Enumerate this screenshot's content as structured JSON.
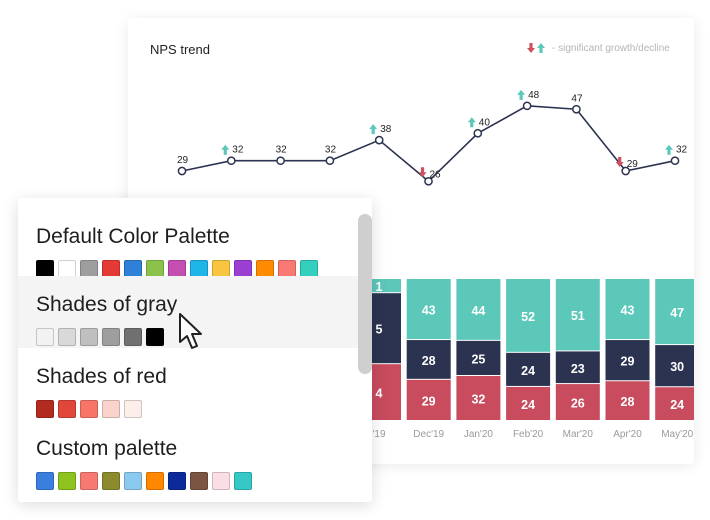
{
  "chart": {
    "title": "NPS trend",
    "legend_text": "- significant growth/decline",
    "colors": {
      "line": "#2b3350",
      "up": "#5cc8ba",
      "down": "#d05060",
      "promoters": "#5cc8ba",
      "passives": "#2b3350",
      "detractors": "#c84b5e",
      "text": "#222222",
      "axis_label": "#9a9a9a"
    }
  },
  "chart_data": {
    "type": "line",
    "title": "NPS trend",
    "line": {
      "values": [
        29,
        32,
        32,
        32,
        38,
        26,
        40,
        48,
        47,
        29,
        32
      ],
      "markers": [
        "none",
        "up",
        "none",
        "none",
        "up",
        "down",
        "up",
        "up",
        "none",
        "down",
        "up"
      ]
    },
    "bars": {
      "type": "stacked-bar",
      "categories": [
        "'19",
        "Dec'19",
        "Jan'20",
        "Feb'20",
        "Mar'20",
        "Apr'20",
        "May'20"
      ],
      "series": [
        {
          "values": [
            1,
            43,
            44,
            52,
            51,
            43,
            47
          ]
        },
        {
          "values": [
            5,
            28,
            25,
            24,
            23,
            29,
            30
          ]
        },
        {
          "values": [
            4,
            29,
            32,
            24,
            26,
            28,
            24
          ]
        }
      ]
    }
  },
  "palettes": [
    {
      "name": "Default Color Palette",
      "colors": [
        "#000000",
        "#ffffff",
        "#9e9e9e",
        "#e53935",
        "#2f80d8",
        "#8bc34a",
        "#c44fb0",
        "#1fb5e8",
        "#f9c540",
        "#9b3fd4",
        "#ff8c00",
        "#f87a72",
        "#34d0bd"
      ]
    },
    {
      "name": "Shades of gray",
      "colors": [
        "#f2f2f2",
        "#d9d9d9",
        "#bfbfbf",
        "#9e9e9e",
        "#707070",
        "#000000"
      ]
    },
    {
      "name": "Shades of red",
      "colors": [
        "#b22a20",
        "#e0463a",
        "#f77466",
        "#fad4cc",
        "#fbeeeb"
      ]
    },
    {
      "name": "Custom palette",
      "colors": [
        "#3a7fe0",
        "#8dc21f",
        "#f77a72",
        "#8b8b2e",
        "#8cc9ef",
        "#ff8800",
        "#0d2a9a",
        "#7b5542",
        "#fbdde5",
        "#36c7c7"
      ]
    }
  ]
}
